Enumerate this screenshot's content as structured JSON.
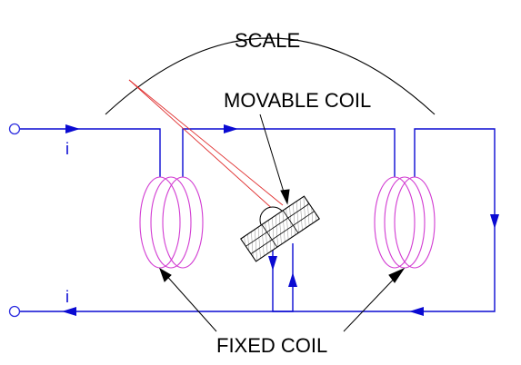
{
  "labels": {
    "scale": "SCALE",
    "movable_coil": "MOVABLE COIL",
    "fixed_coil": "FIXED COIL",
    "current_top": "i",
    "current_bottom": "i"
  },
  "colors": {
    "wire": "#0a0ad2",
    "coil": "#d23cd2",
    "pointer": "#e03030",
    "ink": "#000000",
    "terminal": "#3030e0"
  }
}
